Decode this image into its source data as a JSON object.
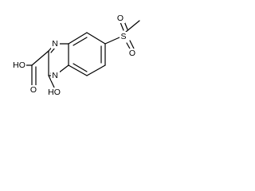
{
  "molecule": {
    "labels": {
      "sulfur": "S",
      "sulfonyl_oxygen_top": "O",
      "sulfonyl_oxygen_bottom": "O",
      "ring_nitrogen_upper": "N",
      "ring_nitrogen_lower": "N",
      "carboxylic_acid_oh": "HO",
      "carbonyl_oxygen": "O",
      "hydroxyl": "HO"
    },
    "colors": {
      "bond": "#000000",
      "text": "#000000",
      "background": "#ffffff"
    }
  }
}
